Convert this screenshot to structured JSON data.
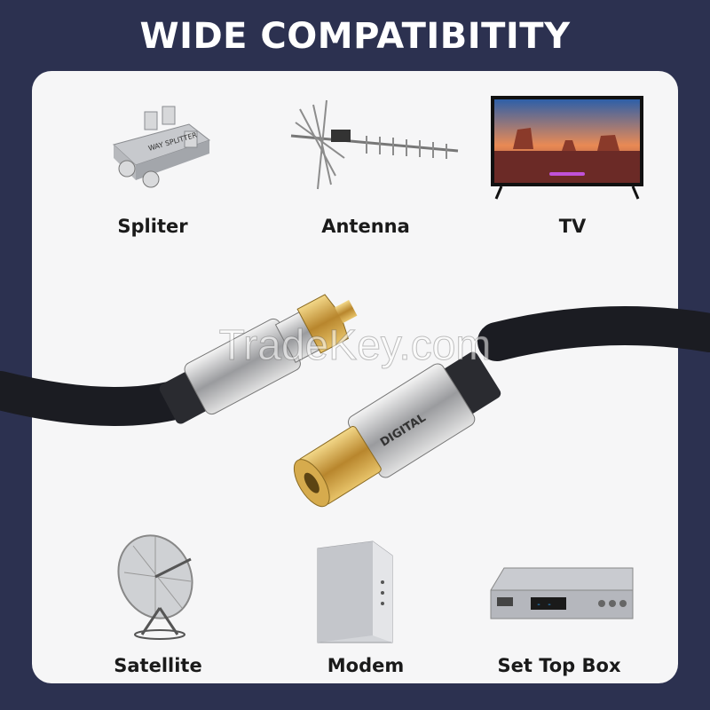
{
  "title": "WIDE COMPATIBITITY",
  "items": [
    {
      "label": "Spliter",
      "icon": "splitter-icon"
    },
    {
      "label": "Antenna",
      "icon": "antenna-icon"
    },
    {
      "label": "TV",
      "icon": "tv-icon"
    },
    {
      "label": "Satellite",
      "icon": "satellite-dish-icon"
    },
    {
      "label": "Modem",
      "icon": "modem-icon"
    },
    {
      "label": "Set Top Box",
      "icon": "set-top-box-icon"
    }
  ],
  "splitter_text": "WAY SPLITTER",
  "connector_text": "DIGITAL",
  "watermark": "TradeKey.com",
  "colors": {
    "background": "#2c3150",
    "panel": "#f6f6f7",
    "gold": "#c9a24a",
    "cable": "#1b1c22"
  }
}
